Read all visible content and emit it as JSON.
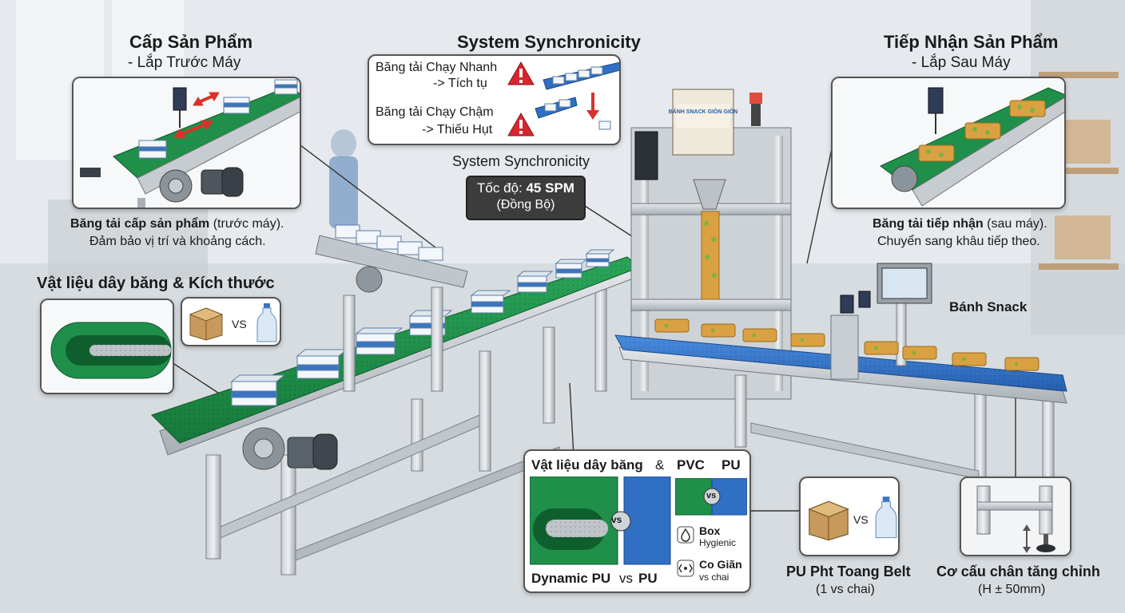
{
  "left_panel": {
    "title": "Cấp Sản Phẩm",
    "subtitle": "- Lắp Trước Máy",
    "caption_bold": "Băng tải cấp sản phẩm",
    "caption_rest": " (trước máy).",
    "caption_line2": "Đảm bảo vị trí và khoảng cách."
  },
  "sync_panel": {
    "title": "System Synchronicity",
    "fast_line1": "Băng tải Chạy Nhanh",
    "fast_line2": "-> Tích tụ",
    "slow_line1": "Băng tải Chạy Chậm",
    "slow_line2": "-> Thiếu Hụt",
    "sub_title": "System Synchronicity",
    "speed_label": "Tốc độ: ",
    "speed_value": "45 SPM",
    "speed_note": "(Đồng Bộ)"
  },
  "right_panel": {
    "title": "Tiếp Nhận Sản Phẩm",
    "subtitle": "- Lắp Sau Máy",
    "caption_bold": "Băng tải tiếp nhận",
    "caption_rest": " (sau máy).",
    "caption_line2": "Chuyển sang khâu tiếp theo."
  },
  "material_panel": {
    "title": "Vật liệu dây băng & Kích thước",
    "vs": "VS"
  },
  "snack_label": "Bánh Snack",
  "film_print": "BÁNH SNACK GIÒN GIÒN",
  "bottom_material": {
    "title": "Vật liệu dây băng",
    "amp": "&",
    "pvc": "PVC",
    "pu": "PU",
    "vs": "vs",
    "box_label": "Box",
    "box_sub": "Hygienic",
    "co_label": "Co Giãn",
    "co_sub": "vs chai",
    "footer_a": "Dynamic PU",
    "footer_vs": "vs",
    "footer_b": "PU"
  },
  "pu_panel": {
    "vs": "VS",
    "title": "PU Pht Toang Belt",
    "sub": "(1 vs chai)"
  },
  "leg_panel": {
    "title": "Cơ cấu chân tăng chỉnh",
    "sub": "(H ± 50mm)"
  },
  "colors": {
    "belt_green": "#1f8f4a",
    "belt_blue": "#2f6fc4",
    "frame": "#b9bfc5",
    "warning_red": "#d7262e",
    "arrow_red": "#d9322a"
  }
}
